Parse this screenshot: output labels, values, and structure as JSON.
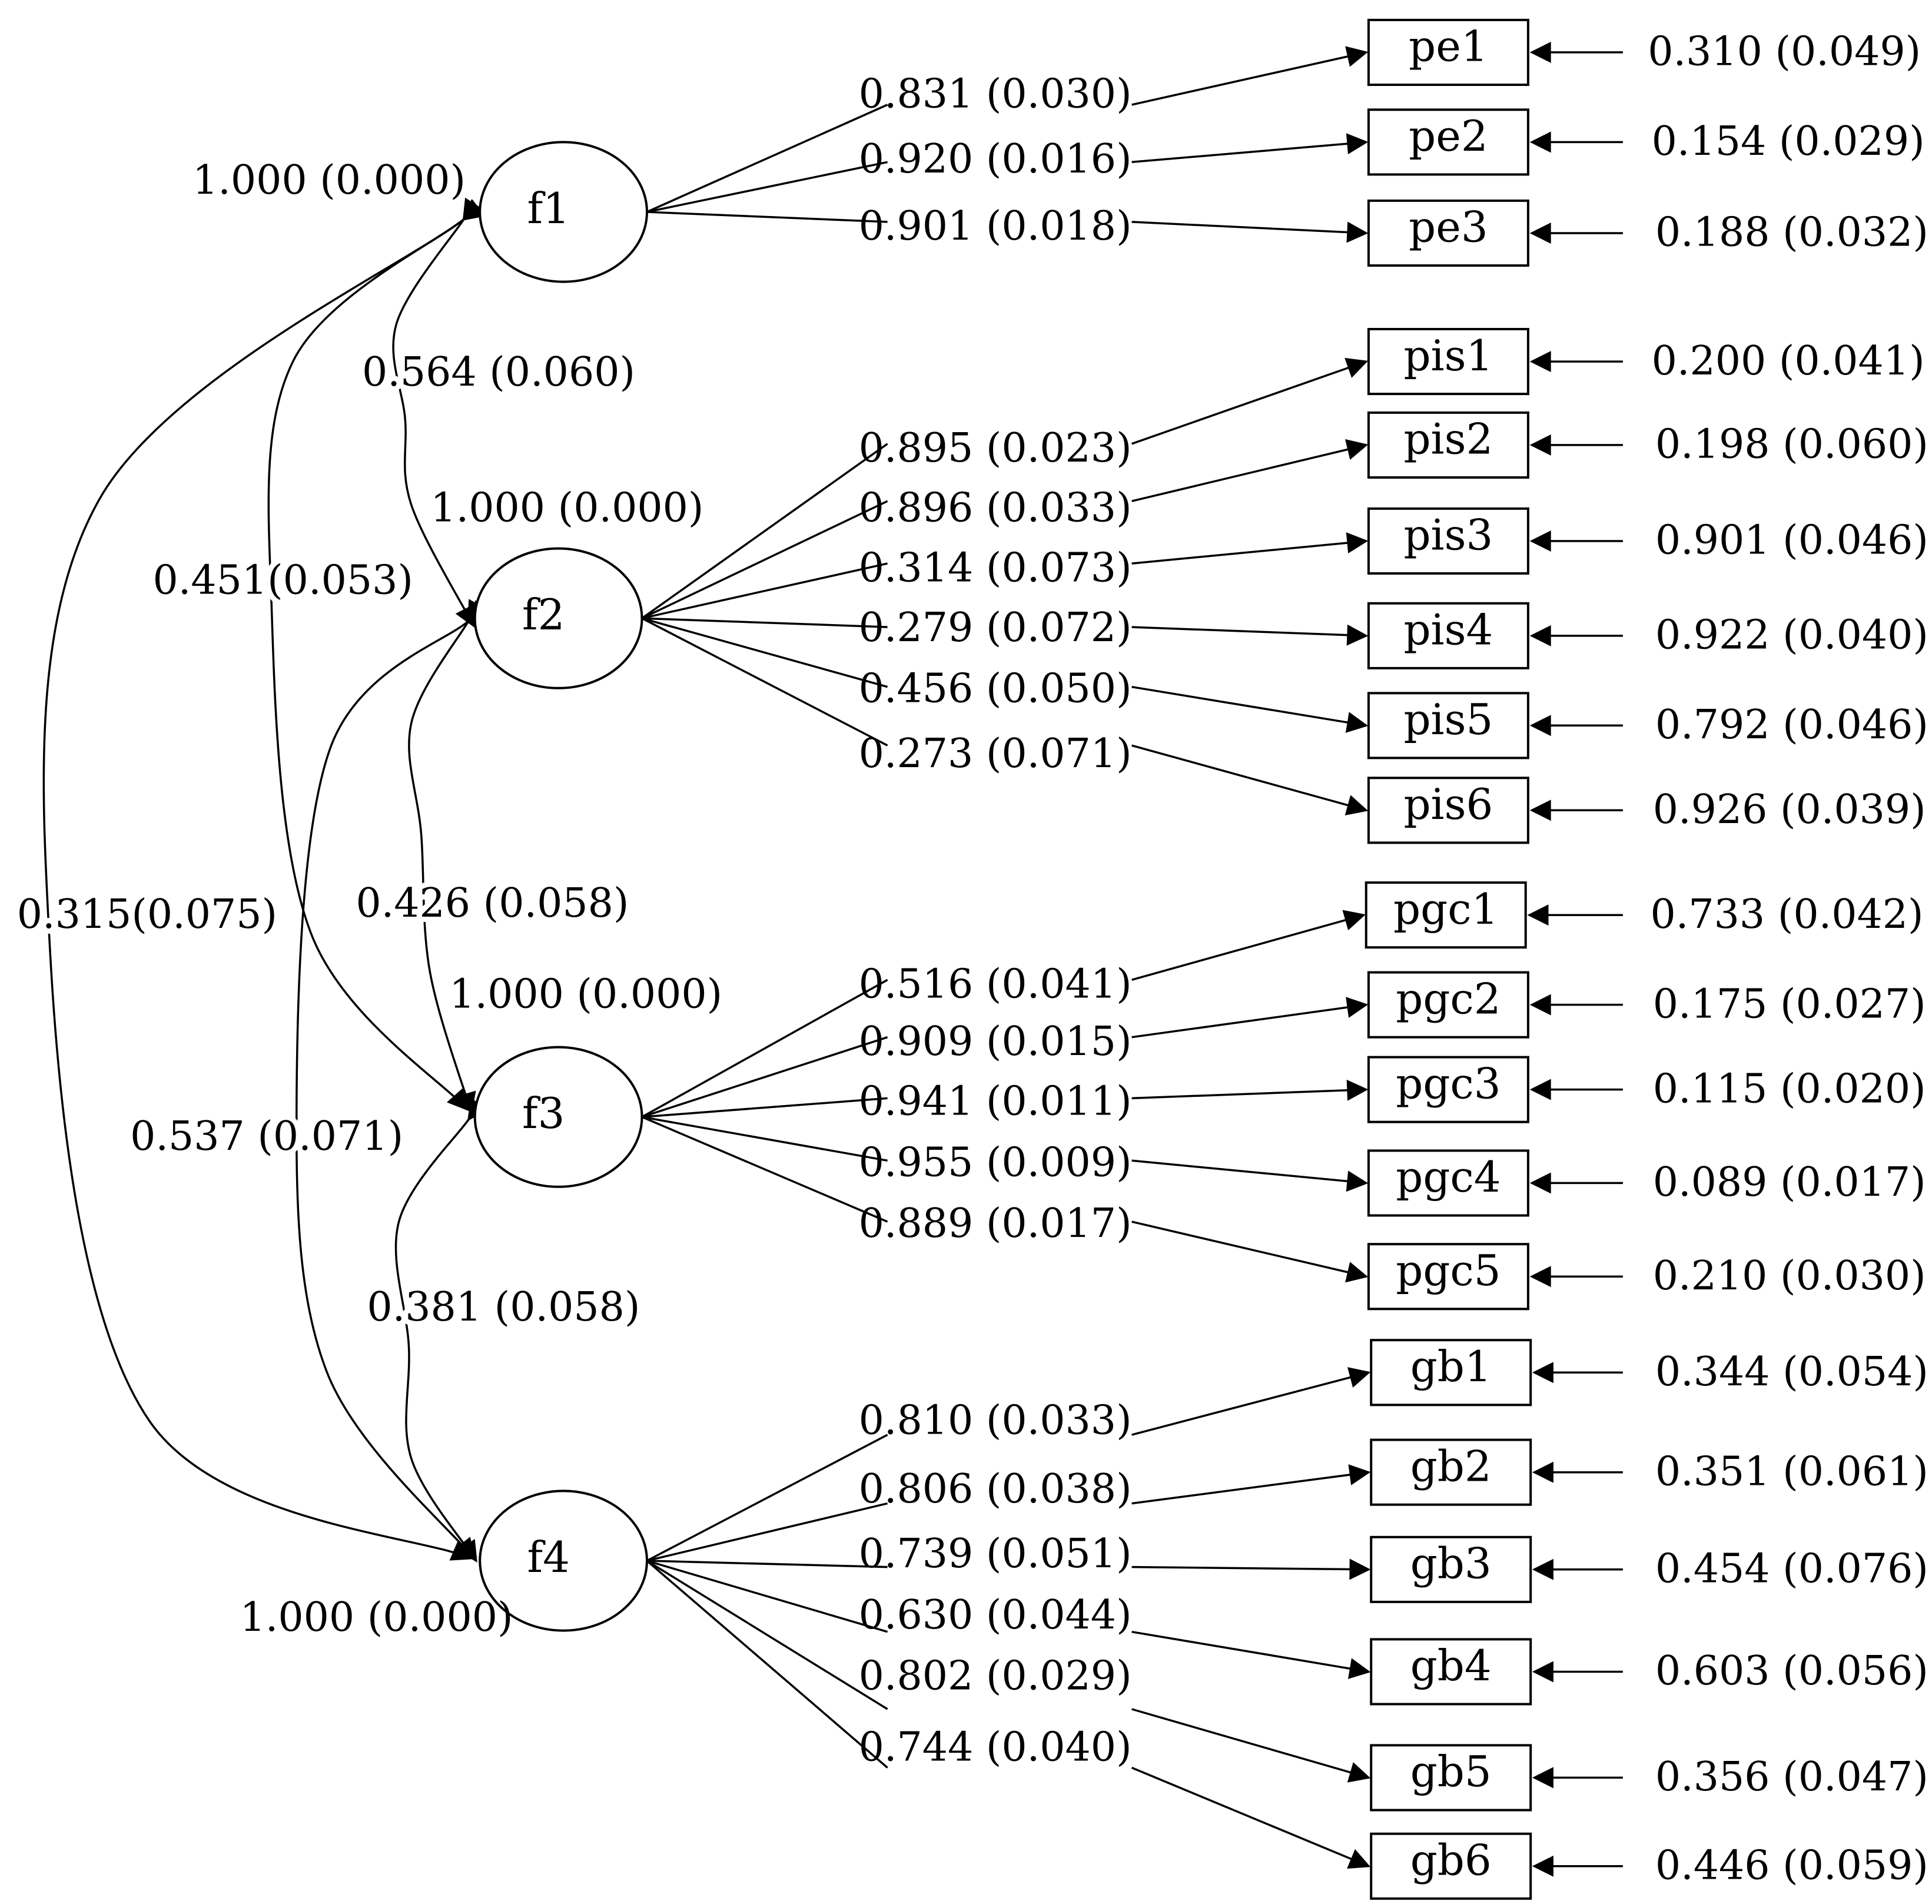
{
  "factors": [
    {
      "id": "f1",
      "label": "f1",
      "variance": "1.000 (0.000)"
    },
    {
      "id": "f2",
      "label": "f2",
      "variance": "1.000 (0.000)"
    },
    {
      "id": "f3",
      "label": "f3",
      "variance": "1.000 (0.000)"
    },
    {
      "id": "f4",
      "label": "f4",
      "variance": "1.000 (0.000)"
    }
  ],
  "indicators": [
    {
      "label": "pe1",
      "factor": "f1",
      "loading": "0.831 (0.030)",
      "residual": "0.310 (0.049)"
    },
    {
      "label": "pe2",
      "factor": "f1",
      "loading": "0.920 (0.016)",
      "residual": "0.154 (0.029)"
    },
    {
      "label": "pe3",
      "factor": "f1",
      "loading": "0.901 (0.018)",
      "residual": "0.188 (0.032)"
    },
    {
      "label": "pis1",
      "factor": "f2",
      "loading": "0.895 (0.023)",
      "residual": "0.200 (0.041)"
    },
    {
      "label": "pis2",
      "factor": "f2",
      "loading": "0.896 (0.033)",
      "residual": "0.198 (0.060)"
    },
    {
      "label": "pis3",
      "factor": "f2",
      "loading": "0.314 (0.073)",
      "residual": "0.901 (0.046)"
    },
    {
      "label": "pis4",
      "factor": "f2",
      "loading": "0.279 (0.072)",
      "residual": "0.922 (0.040)"
    },
    {
      "label": "pis5",
      "factor": "f2",
      "loading": "0.456 (0.050)",
      "residual": "0.792 (0.046)"
    },
    {
      "label": "pis6",
      "factor": "f2",
      "loading": "0.273 (0.071)",
      "residual": "0.926 (0.039)"
    },
    {
      "label": "pgc1",
      "factor": "f3",
      "loading": "0.516 (0.041)",
      "residual": "0.733 (0.042)"
    },
    {
      "label": "pgc2",
      "factor": "f3",
      "loading": "0.909 (0.015)",
      "residual": "0.175 (0.027)"
    },
    {
      "label": "pgc3",
      "factor": "f3",
      "loading": "0.941 (0.011)",
      "residual": "0.115 (0.020)"
    },
    {
      "label": "pgc4",
      "factor": "f3",
      "loading": "0.955 (0.009)",
      "residual": "0.089 (0.017)"
    },
    {
      "label": "pgc5",
      "factor": "f3",
      "loading": "0.889 (0.017)",
      "residual": "0.210 (0.030)"
    },
    {
      "label": "gb1",
      "factor": "f4",
      "loading": "0.810 (0.033)",
      "residual": "0.344 (0.054)"
    },
    {
      "label": "gb2",
      "factor": "f4",
      "loading": "0.806 (0.038)",
      "residual": "0.351 (0.061)"
    },
    {
      "label": "gb3",
      "factor": "f4",
      "loading": "0.739 (0.051)",
      "residual": "0.454 (0.076)"
    },
    {
      "label": "gb4",
      "factor": "f4",
      "loading": "0.630 (0.044)",
      "residual": "0.603 (0.056)"
    },
    {
      "label": "gb5",
      "factor": "f4",
      "loading": "0.802 (0.029)",
      "residual": "0.356 (0.047)"
    },
    {
      "label": "gb6",
      "factor": "f4",
      "loading": "0.744 (0.040)",
      "residual": "0.446 (0.059)"
    }
  ],
  "correlations": [
    {
      "from": "f1",
      "to": "f2",
      "value": "0.564 (0.060)"
    },
    {
      "from": "f1",
      "to": "f3",
      "value": "0.451(0.053)"
    },
    {
      "from": "f1",
      "to": "f4",
      "value": "0.315(0.075)"
    },
    {
      "from": "f2",
      "to": "f3",
      "value": "0.426 (0.058)"
    },
    {
      "from": "f2",
      "to": "f4",
      "value": "0.537 (0.071)"
    },
    {
      "from": "f3",
      "to": "f4",
      "value": "0.381 (0.058)"
    }
  ]
}
